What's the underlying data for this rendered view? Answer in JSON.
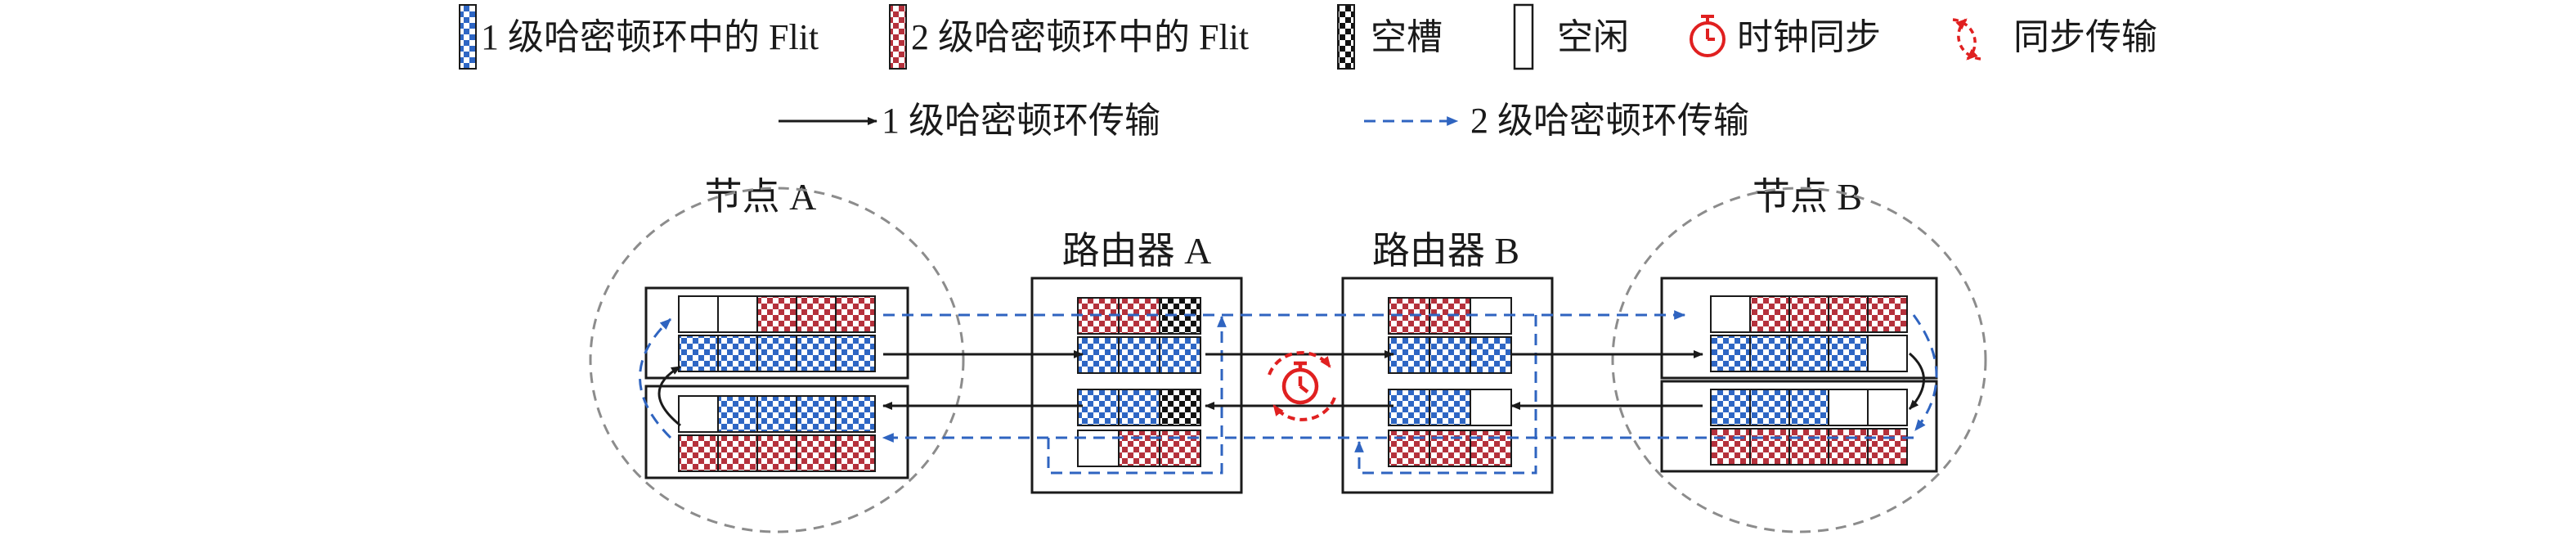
{
  "legend": {
    "row1": [
      {
        "key": "hamilton-1",
        "label": "1 级哈密顿环中的 Flit"
      },
      {
        "key": "hamilton-2",
        "label": "2 级哈密顿环中的 Flit"
      },
      {
        "key": "empty-slot",
        "label": "空槽"
      },
      {
        "key": "idle",
        "label": "空闲"
      },
      {
        "key": "clock-sync",
        "label": "时钟同步"
      },
      {
        "key": "sync-transfer",
        "label": "同步传输"
      }
    ],
    "row2": [
      {
        "key": "ring1-transfer",
        "label": "1 级哈密顿环传输"
      },
      {
        "key": "ring2-transfer",
        "label": "2 级哈密顿环传输"
      }
    ]
  },
  "nodes": {
    "node_a": "节点 A",
    "router_a": "路由器 A",
    "router_b": "路由器 B",
    "node_b": "节点 B"
  },
  "buffers": {
    "node_a_top": [
      "white",
      "white",
      "red",
      "red",
      "red"
    ],
    "node_a_second": [
      "blue",
      "blue",
      "blue",
      "blue",
      "blue"
    ],
    "node_a_third": [
      "white",
      "blue",
      "blue",
      "blue",
      "blue"
    ],
    "node_a_bottom": [
      "red",
      "red",
      "red",
      "red",
      "red"
    ],
    "router_a_top": [
      "red",
      "red",
      "black"
    ],
    "router_a_second": [
      "blue",
      "blue",
      "blue"
    ],
    "router_a_third": [
      "blue",
      "blue",
      "black"
    ],
    "router_a_bottom": [
      "white",
      "red",
      "red"
    ],
    "router_b_top": [
      "red",
      "red",
      "white"
    ],
    "router_b_second": [
      "blue",
      "blue",
      "blue"
    ],
    "router_b_third": [
      "blue",
      "blue",
      "white"
    ],
    "router_b_bottom": [
      "red",
      "red",
      "red"
    ],
    "node_b_top": [
      "white",
      "red",
      "red",
      "red",
      "red"
    ],
    "node_b_second": [
      "blue",
      "blue",
      "blue",
      "blue",
      "white"
    ],
    "node_b_third": [
      "blue",
      "blue",
      "blue",
      "white",
      "white"
    ],
    "node_b_bottom": [
      "red",
      "red",
      "red",
      "red",
      "red"
    ]
  },
  "colors": {
    "blue": "#2e66c4",
    "red": "#b5313c",
    "black": "#111111",
    "arrow_black": "#1a1a1a",
    "arrow_blue": "#2f64c0",
    "sync_red": "#e02020",
    "node_circle": "#8c8c8c"
  }
}
